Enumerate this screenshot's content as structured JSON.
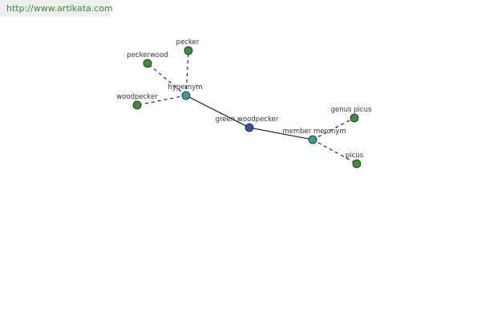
{
  "banner": {
    "url": "http://www.artikata.com"
  },
  "graph": {
    "colors": {
      "center": "#3a4fa0",
      "relation": "#3f9a9a",
      "leaf": "#3f8a3f",
      "stroke": "#222222",
      "edge": "#000000"
    },
    "nodes": [
      {
        "id": "green-woodpecker",
        "label": "green woodpecker",
        "kind": "center"
      },
      {
        "id": "hypernym",
        "label": "hypernym",
        "kind": "relation"
      },
      {
        "id": "member-meronym",
        "label": "member meronym",
        "kind": "relation"
      },
      {
        "id": "pecker",
        "label": "pecker",
        "kind": "leaf"
      },
      {
        "id": "peckerwood",
        "label": "peckerwood",
        "kind": "leaf"
      },
      {
        "id": "woodpecker",
        "label": "woodpecker",
        "kind": "leaf"
      },
      {
        "id": "genus-picus",
        "label": "genus picus",
        "kind": "leaf"
      },
      {
        "id": "picus",
        "label": "picus",
        "kind": "leaf"
      }
    ],
    "edges": [
      {
        "from": "green-woodpecker",
        "to": "hypernym",
        "style": "solid"
      },
      {
        "from": "green-woodpecker",
        "to": "member-meronym",
        "style": "solid"
      },
      {
        "from": "hypernym",
        "to": "pecker",
        "style": "dashed"
      },
      {
        "from": "hypernym",
        "to": "peckerwood",
        "style": "dashed"
      },
      {
        "from": "hypernym",
        "to": "woodpecker",
        "style": "dashed"
      },
      {
        "from": "member-meronym",
        "to": "genus-picus",
        "style": "dashed"
      },
      {
        "from": "member-meronym",
        "to": "picus",
        "style": "dashed"
      }
    ]
  }
}
